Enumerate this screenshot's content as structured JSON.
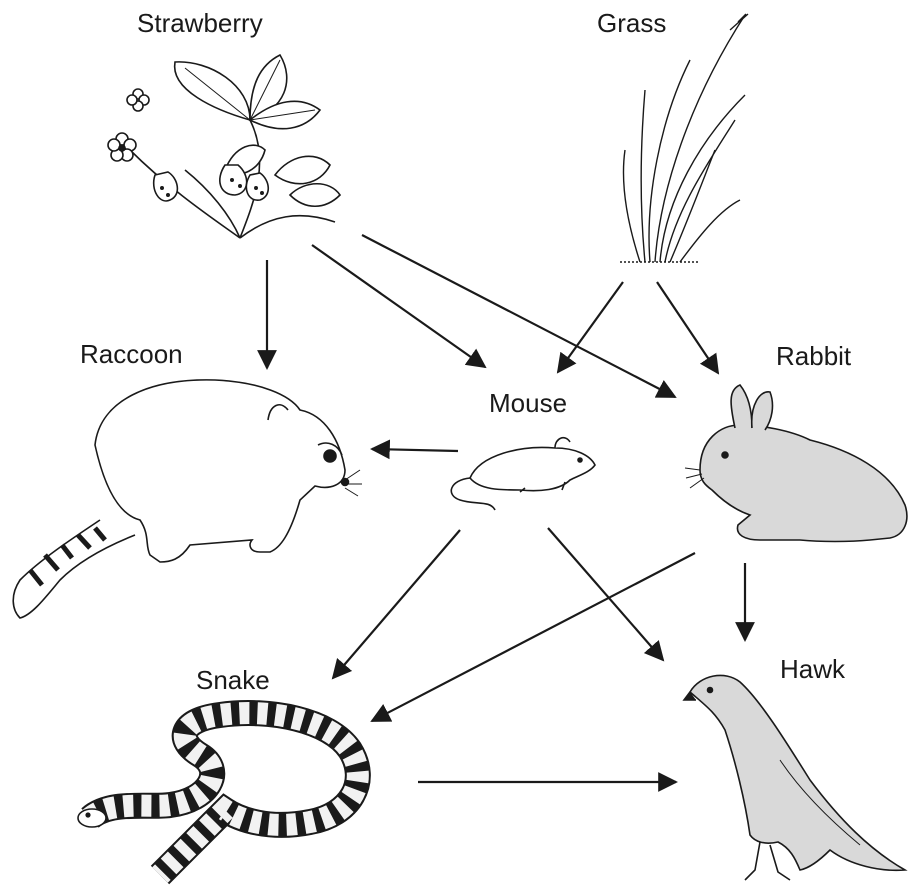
{
  "title": "",
  "organisms": {
    "strawberry": "Strawberry",
    "grass": "Grass",
    "raccoon": "Raccoon",
    "mouse": "Mouse",
    "rabbit": "Rabbit",
    "snake": "Snake",
    "hawk": "Hawk"
  },
  "links": [
    {
      "from": "Strawberry",
      "to": "Raccoon"
    },
    {
      "from": "Strawberry",
      "to": "Mouse"
    },
    {
      "from": "Strawberry",
      "to": "Rabbit"
    },
    {
      "from": "Grass",
      "to": "Mouse"
    },
    {
      "from": "Grass",
      "to": "Rabbit"
    },
    {
      "from": "Mouse",
      "to": "Raccoon"
    },
    {
      "from": "Mouse",
      "to": "Snake"
    },
    {
      "from": "Mouse",
      "to": "Hawk"
    },
    {
      "from": "Rabbit",
      "to": "Snake"
    },
    {
      "from": "Rabbit",
      "to": "Hawk"
    },
    {
      "from": "Snake",
      "to": "Hawk"
    }
  ],
  "icons": {
    "strawberry": "strawberry-plant-icon",
    "grass": "grass-icon",
    "raccoon": "raccoon-icon",
    "mouse": "mouse-icon",
    "rabbit": "rabbit-icon",
    "snake": "snake-icon",
    "hawk": "hawk-icon"
  },
  "colors": {
    "line": "#1a1a1a",
    "animal_fill_gray": "#d9d9d9",
    "animal_fill_white": "#ffffff"
  }
}
